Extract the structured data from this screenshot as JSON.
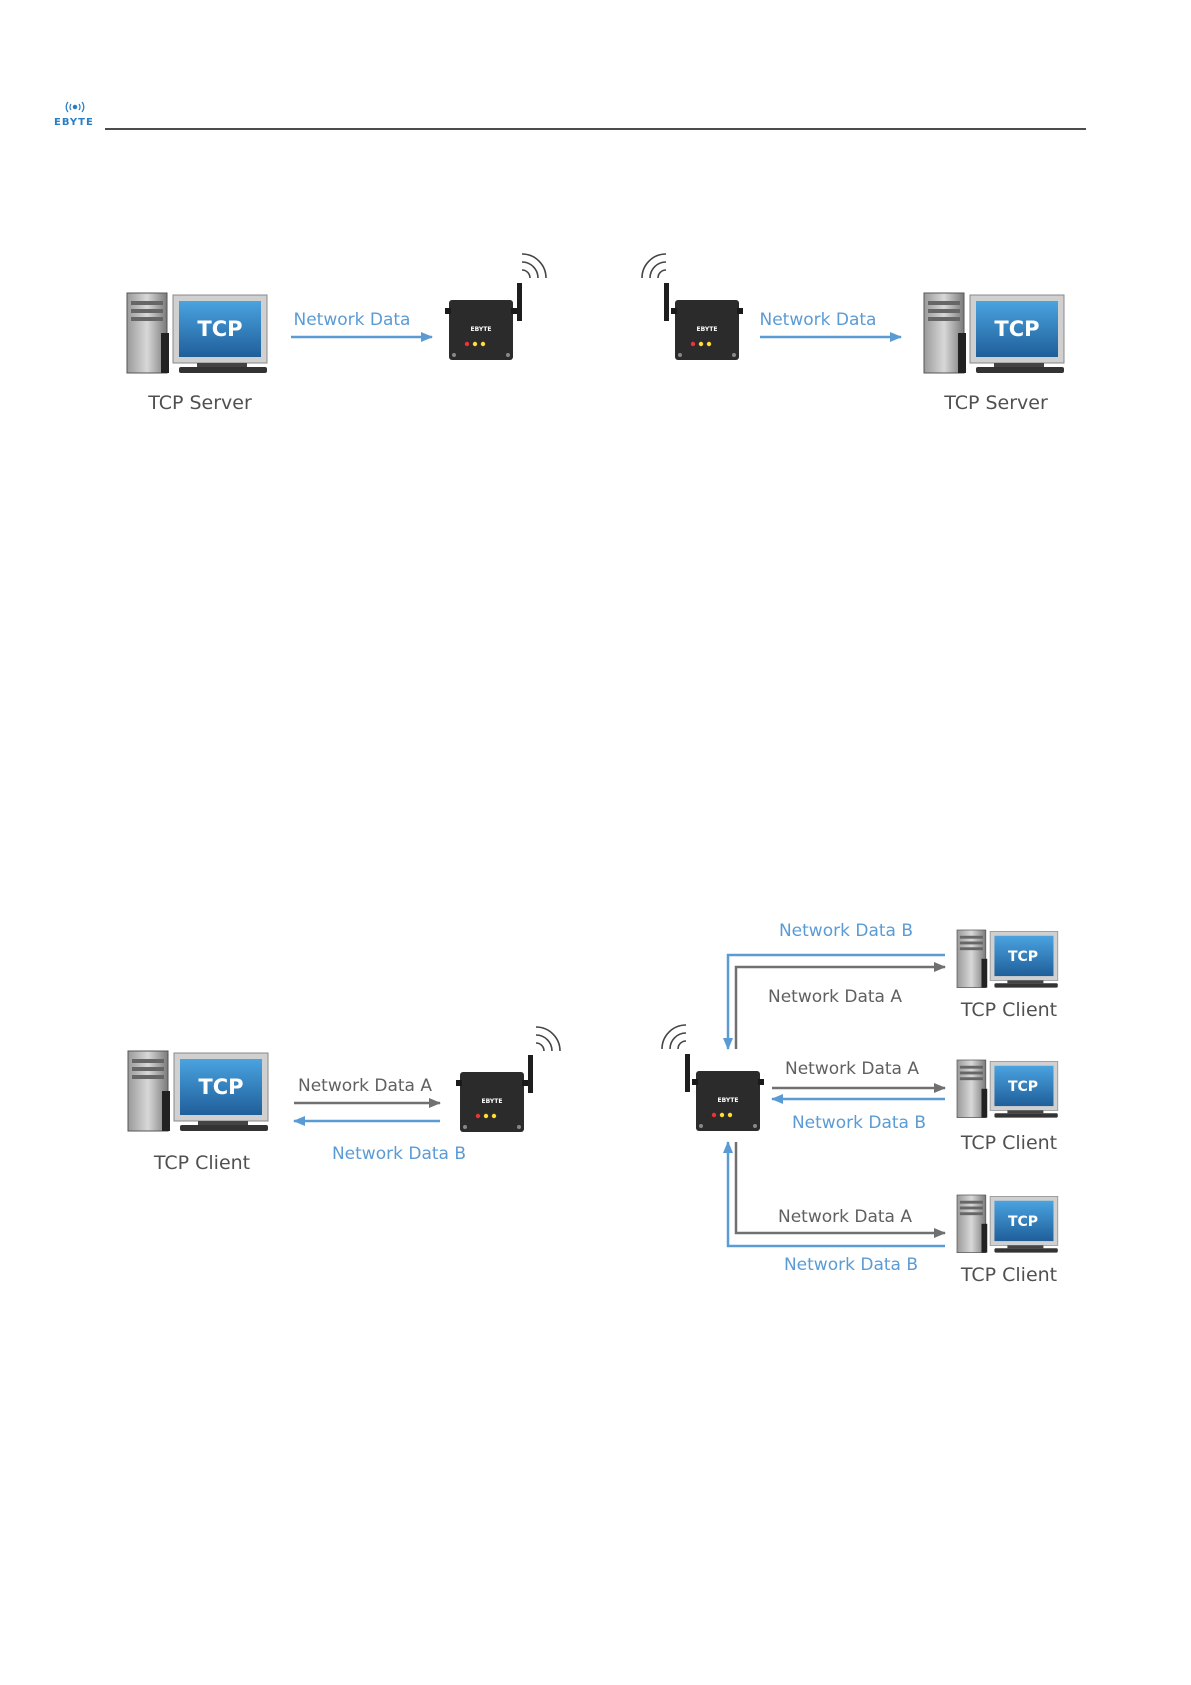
{
  "header": {
    "logo_text": "EBYTE",
    "logo_color": "#2a7fc4"
  },
  "colors": {
    "blue_flow": "#5b9bd5",
    "gray_flow": "#707070",
    "device_body": "#2b2b2b",
    "screen": "#2f7fc0"
  },
  "icons": [
    "computer-icon",
    "wireless-device-icon",
    "wifi-signal-icon"
  ],
  "diagram1": {
    "left": {
      "pc_screen_text": "TCP",
      "pc_label": "TCP Server",
      "arrow_label": "Network Data",
      "device_brand": "EBYTE"
    },
    "right": {
      "device_brand": "EBYTE",
      "arrow_label": "Network Data",
      "pc_screen_text": "TCP",
      "pc_label": "TCP Server"
    }
  },
  "diagram2": {
    "left": {
      "pc_screen_text": "TCP",
      "pc_label": "TCP Client",
      "out_label": "Network Data A",
      "in_label": "Network Data B",
      "device_brand": "EBYTE"
    },
    "right": {
      "device_brand": "EBYTE",
      "clients": [
        {
          "pc_screen_text": "TCP",
          "pc_label": "TCP Client",
          "out_label": "Network Data B",
          "in_label": "Network Data A"
        },
        {
          "pc_screen_text": "TCP",
          "pc_label": "TCP Client",
          "out_label": "Network Data A",
          "in_label": "Network Data B"
        },
        {
          "pc_screen_text": "TCP",
          "pc_label": "TCP Client",
          "out_label": "Network Data A",
          "in_label": "Network Data B"
        }
      ]
    }
  }
}
